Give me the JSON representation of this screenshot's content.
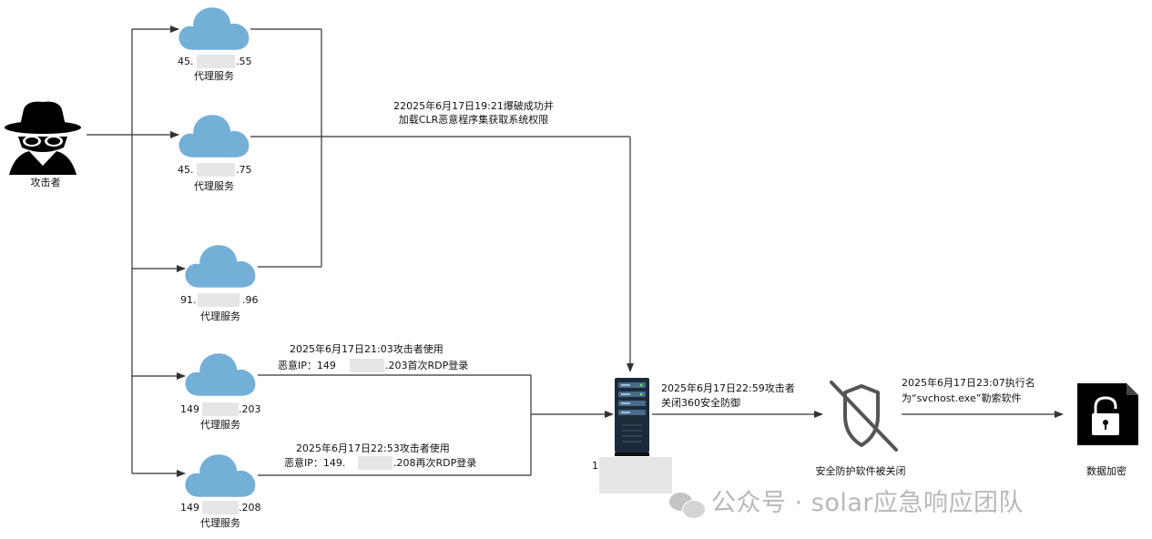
{
  "attacker": {
    "label": "攻击者"
  },
  "proxies": [
    {
      "ip_prefix": "45.",
      "ip_suffix": ".55",
      "label": "代理服务"
    },
    {
      "ip_prefix": "45.",
      "ip_suffix": ".75",
      "label": "代理服务"
    },
    {
      "ip_prefix": "91.",
      "ip_suffix": ".96",
      "label": "代理服务"
    },
    {
      "ip_prefix": "149",
      "ip_suffix": ".203",
      "label": "代理服务"
    },
    {
      "ip_prefix": "149",
      "ip_suffix": ".208",
      "label": "代理服务"
    }
  ],
  "events": {
    "bruteforce": {
      "line1": "22025年6月17日19:21爆破成功并",
      "line2": "加载CLR恶意程序集获取系统权限"
    },
    "rdp1": {
      "line1": "2025年6月17日21:03攻击者使用",
      "line2a": "恶意IP：149",
      "line2b": ".203首次RDP登录"
    },
    "rdp2": {
      "line1": "2025年6月17日22:53攻击者使用",
      "line2a": "恶意IP：149.",
      "line2b": ".208再次RDP登录"
    },
    "disable_av": {
      "line1": "2025年6月17日22:59攻击者",
      "line2": "关闭360安全防御"
    },
    "ransom": {
      "line1": "2025年6月17日23:07执行名",
      "line2": "为“svchost.exe”勒索软件"
    }
  },
  "server": {
    "ip_prefix": "1"
  },
  "security": {
    "label": "安全防护软件被关闭"
  },
  "encrypted": {
    "label": "数据加密"
  },
  "watermark": {
    "text": "公众号 · solar应急响应团队"
  },
  "colors": {
    "cloud": "#74afd8",
    "line": "#333333",
    "server": "#1c2a3a"
  }
}
